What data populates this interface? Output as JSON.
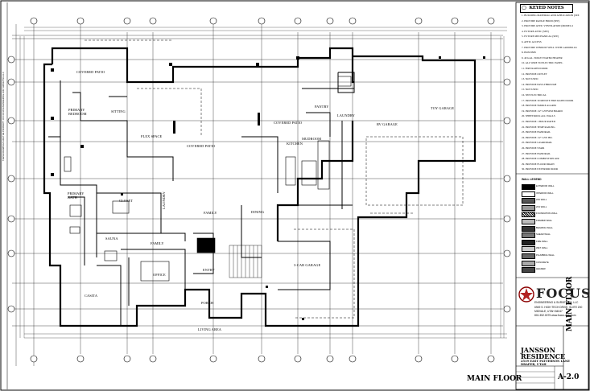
{
  "title_block": {
    "keyed_notes_header": "KEYED NOTES",
    "notes": [
      "1. BUILDING MATERIAL AND APPLICATION (SEE",
      "2. PROVIDE RANGE HOOD (SEE)",
      "3. PROVIDE ATTIC VENTILATION (MODEL #",
      "4. FUTURE ATTIC (SEE)",
      "5. FUTURE MECHANICAL (SEE)",
      "6. ATTIC ACCESS",
      "7. PROVIDE WINDOW WELL WITH LADDER AS",
      "8. HOSE BIB",
      "9. 40 GAL. TOILET WATER HEATER",
      "10. ALL WIRE TO ELECTRIC PANEL",
      "11. FIRE RATED DOOR",
      "12. PROVIDE OUTLET",
      "13. NOT USED",
      "14. PROVIDE PASS-THROUGH",
      "15. NOT USED",
      "16. SEE ELECTRICAL",
      "17. PROVIDE 30 MINUTE FIRE RATED DOOR",
      "18. PROVIDE SMOKE ALARM",
      "19. PROVIDE 1/2\" GYPSUM BOARD",
      "20. SHEETROCK ALL WALLS",
      "21. PROVIDE 1 HOUR RATED",
      "22. PROVIDE TEMP RAILING",
      "23. PROVIDE HANDRAIL",
      "24. PROVIDE 1/2\" GYP. BD.",
      "25. PROVIDE GUARDRAIL",
      "26. PROVIDE STAIR",
      "27. PROVIDE HANDRAIL",
      "28. PROVIDE COMBUSTION AIR",
      "29. PROVIDE FLOOR DRAIN",
      "30. PROVIDE EXTERIOR DOOR"
    ],
    "legend_header": "WALL LEGEND",
    "legend": [
      "EXTERIOR WALL",
      "INTERIOR WALL",
      "2X6 WALL",
      "2X4 WALL",
      "FOUNDATION WALL",
      "FRAMED WALL",
      "BEARING WALL",
      "SHEAR WALL",
      "FIRE WALL",
      "WET WALL",
      "PLUMBING WALL",
      "CONCRETE",
      "HEADER"
    ],
    "firm_name": "FOCUS",
    "firm_sub": "ENGINEERING & SURVEYING, LLC",
    "firm_lines": [
      "6949 S. HIGH TECH DRIVE, SUITE 200",
      "MIDVALE, UTAH 84047",
      "801.352.0075  www.focus-utah.com"
    ],
    "project_name_1": "JANSSON",
    "project_name_2": "RESIDENCE",
    "project_addr_1": "2519 EAST PATTERSON LANE",
    "project_addr_2": "DRAPER, UTAH",
    "sheet_number": "A-2.0",
    "side_title": "MAIN FLOOR",
    "side_strip": "THESE DRAWINGS ARE THE PROPERTY OF FOCUS ENGINEERING AND SURVEYING LLC"
  },
  "plan": {
    "footer_title": "MAIN FLOOR",
    "rooms": {
      "covered_patio_a": "COVERED PATIO",
      "primary_bedroom": "PRIMARY BEDROOM",
      "sitting": "SITTING",
      "flex_space": "FLEX SPACE",
      "covered_patio_b": "COVERED PATIO",
      "covered_patio_c": "COVERED PATIO",
      "pantry": "PANTRY",
      "laundry": "LAUNDRY",
      "mudroom": "MUDROOM",
      "rv_garage": "RV GARAGE",
      "toy_garage": "TOY GARAGE",
      "kitchen": "KITCHEN",
      "primary_bath": "PRIMARY BATH",
      "closet": "CLOSET",
      "laundry2": "LAUNDRY",
      "family": "FAMILY",
      "dining": "DINING",
      "sauna": "SAUNA",
      "family2": "FAMILY",
      "office": "OFFICE",
      "entry": "ENTRY",
      "garage3": "3-CAR GARAGE",
      "casita": "CASITA",
      "porch": "PORCH",
      "living_area": "LIVING AREA"
    },
    "grid_bubbles": [
      "A",
      "B",
      "C",
      "D",
      "E",
      "F",
      "G",
      "H",
      "I",
      "J",
      "1",
      "2",
      "3",
      "4",
      "5",
      "6",
      "7"
    ]
  }
}
